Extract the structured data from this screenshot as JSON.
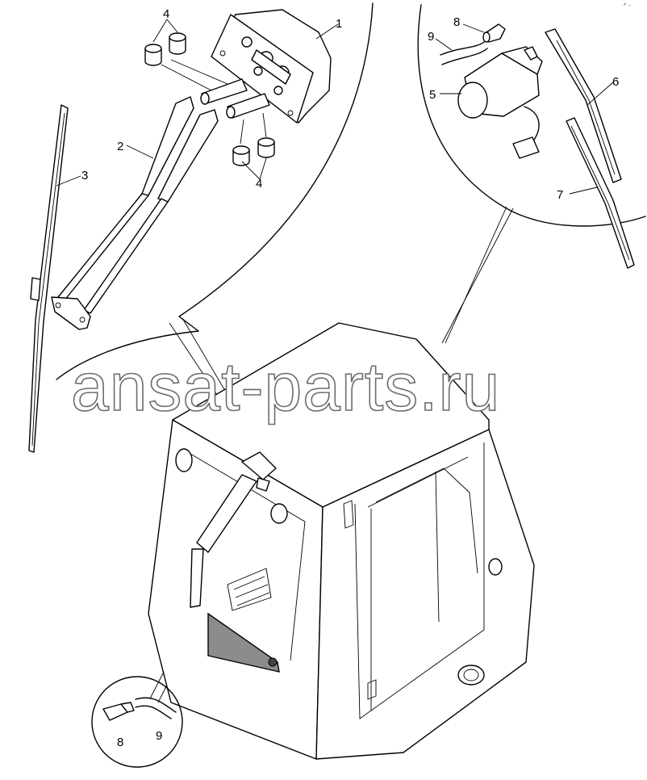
{
  "watermark": "ansat-parts.ru",
  "corner_mark": "↗ ...",
  "callouts": {
    "c1": "1",
    "c2": "2",
    "c3": "3",
    "c4a": "4",
    "c4b": "4",
    "c5": "5",
    "c6": "6",
    "c7": "7",
    "c8a": "8",
    "c8b": "8",
    "c9a": "9",
    "c9b": "9"
  }
}
